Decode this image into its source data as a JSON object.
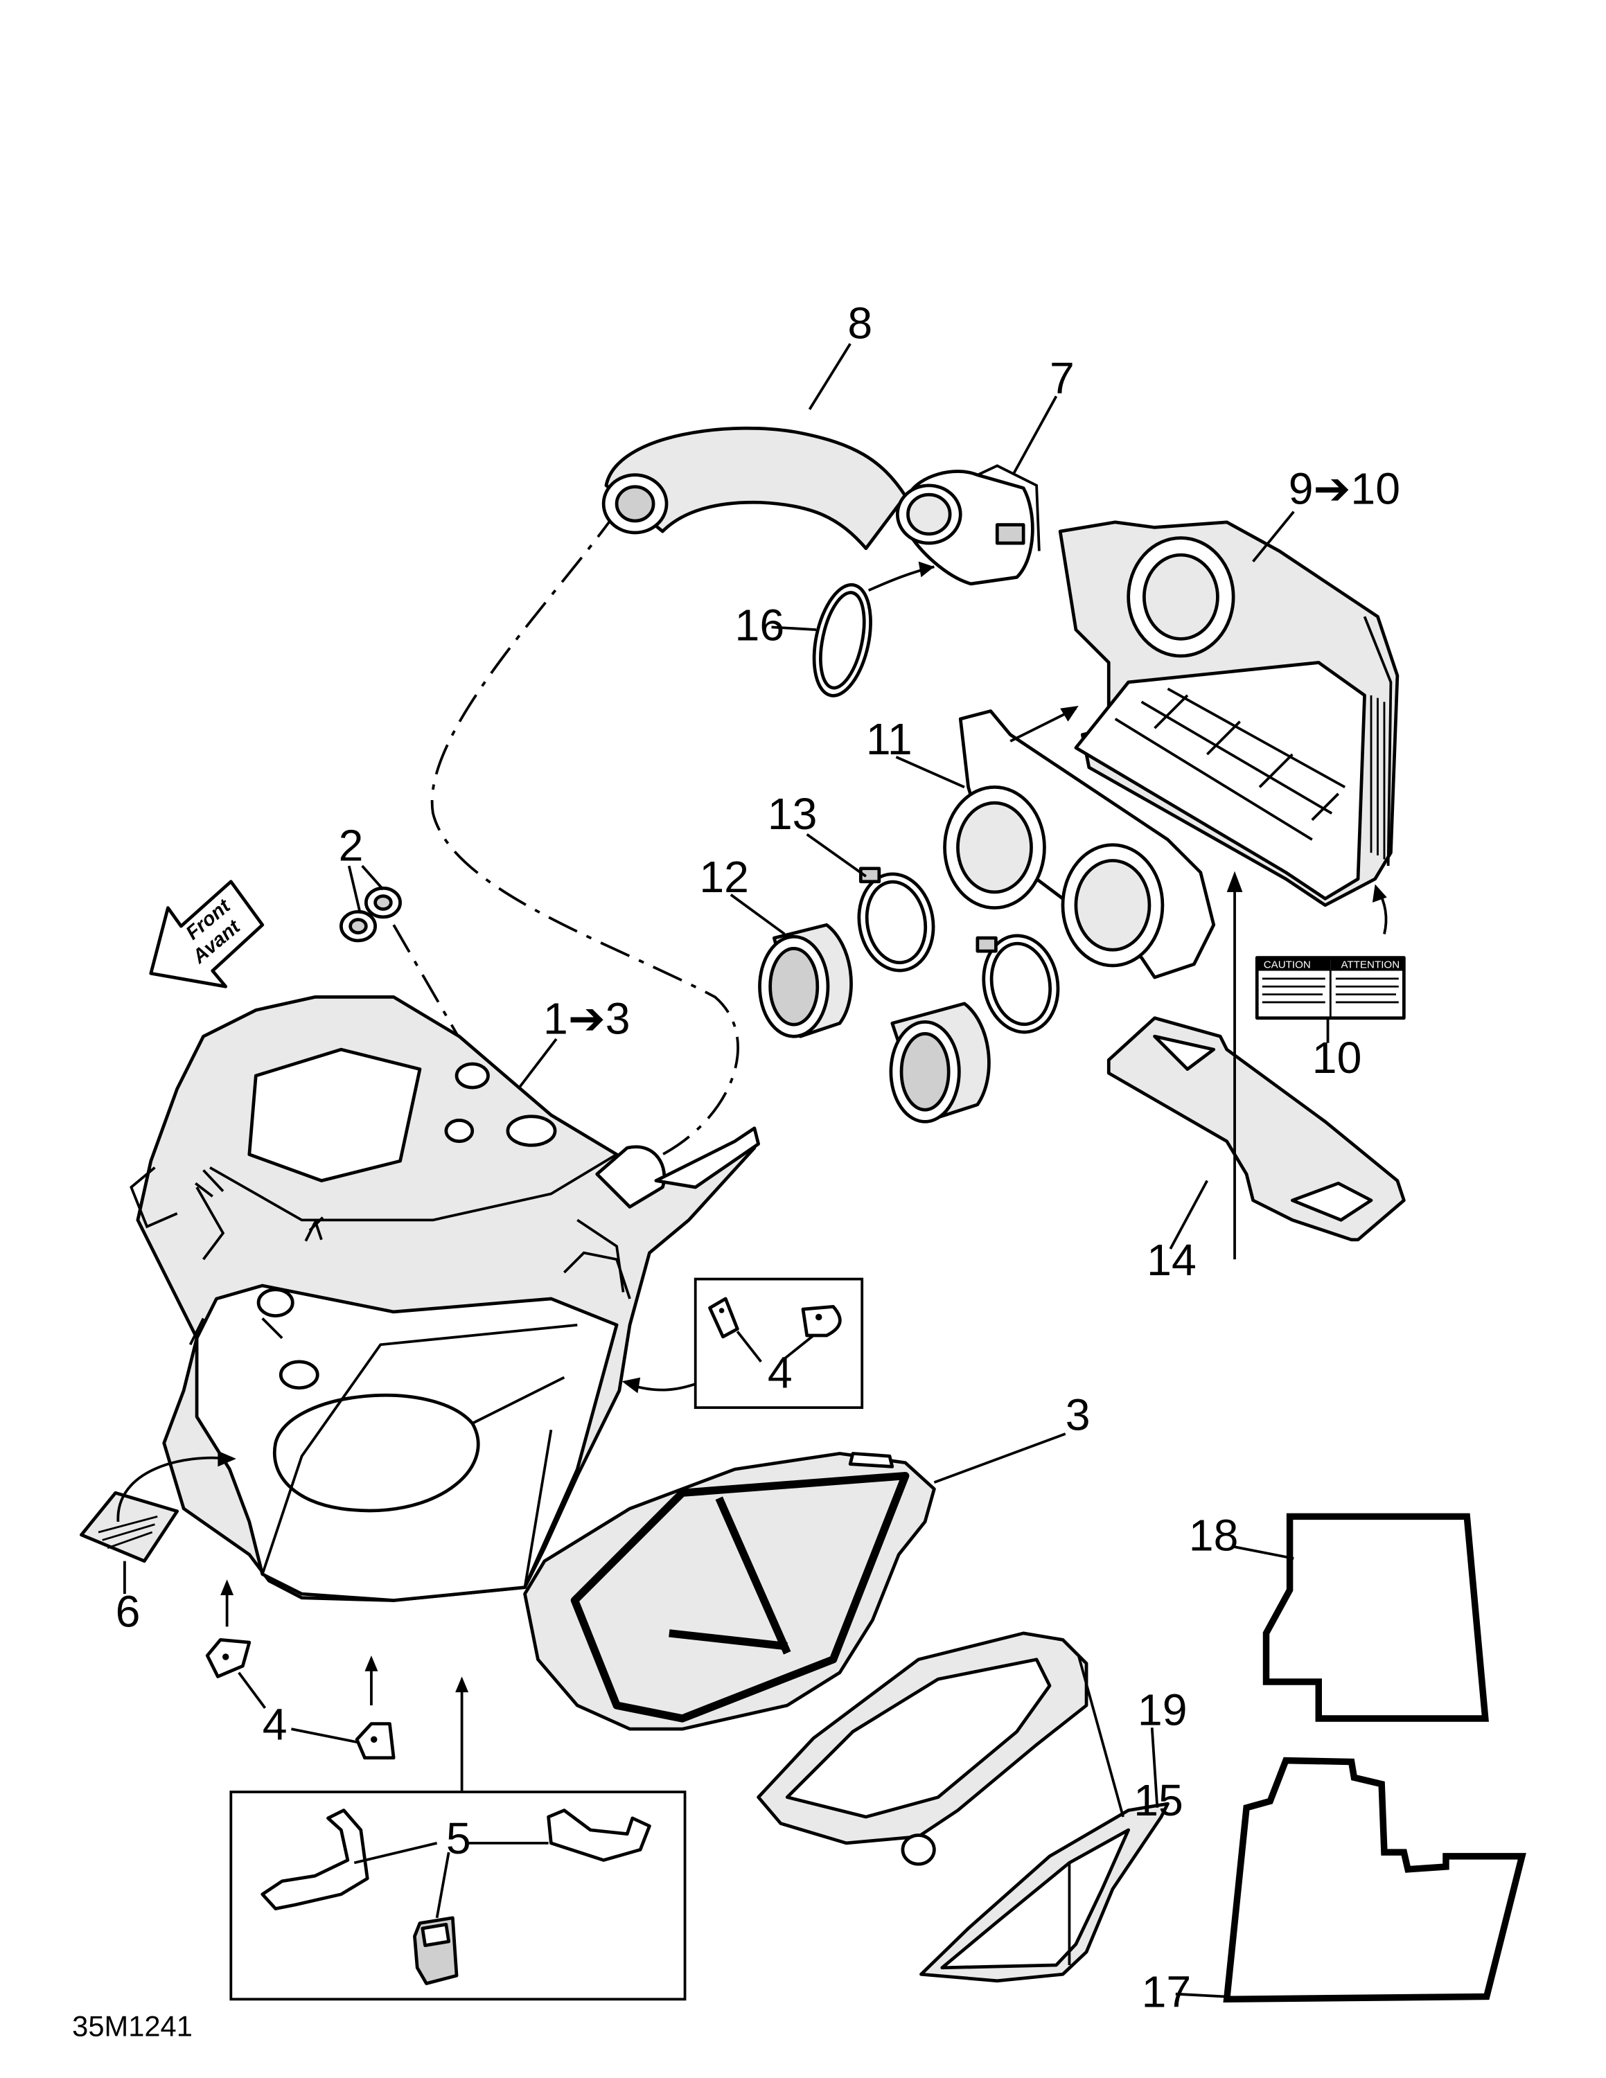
{
  "figure_id": "35M1241",
  "front_marker": {
    "line1": "Front",
    "line2": "Avant"
  },
  "label_sticker": {
    "left_heading": "CAUTION",
    "right_heading": "ATTENTION"
  },
  "callouts": [
    {
      "id": "c8",
      "text": "8"
    },
    {
      "id": "c7",
      "text": "7"
    },
    {
      "id": "c9-10",
      "text": "9➔10"
    },
    {
      "id": "c16",
      "text": "16"
    },
    {
      "id": "c11",
      "text": "11"
    },
    {
      "id": "c13",
      "text": "13"
    },
    {
      "id": "c12",
      "text": "12"
    },
    {
      "id": "c2",
      "text": "2"
    },
    {
      "id": "c1-3",
      "text": "1➔3"
    },
    {
      "id": "c10",
      "text": "10"
    },
    {
      "id": "c14",
      "text": "14"
    },
    {
      "id": "c4-box",
      "text": "4"
    },
    {
      "id": "c3",
      "text": "3"
    },
    {
      "id": "c18",
      "text": "18"
    },
    {
      "id": "c6",
      "text": "6"
    },
    {
      "id": "c15",
      "text": "15"
    },
    {
      "id": "c4",
      "text": "4"
    },
    {
      "id": "c19",
      "text": "19"
    },
    {
      "id": "c5",
      "text": "5"
    },
    {
      "id": "c17",
      "text": "17"
    }
  ]
}
